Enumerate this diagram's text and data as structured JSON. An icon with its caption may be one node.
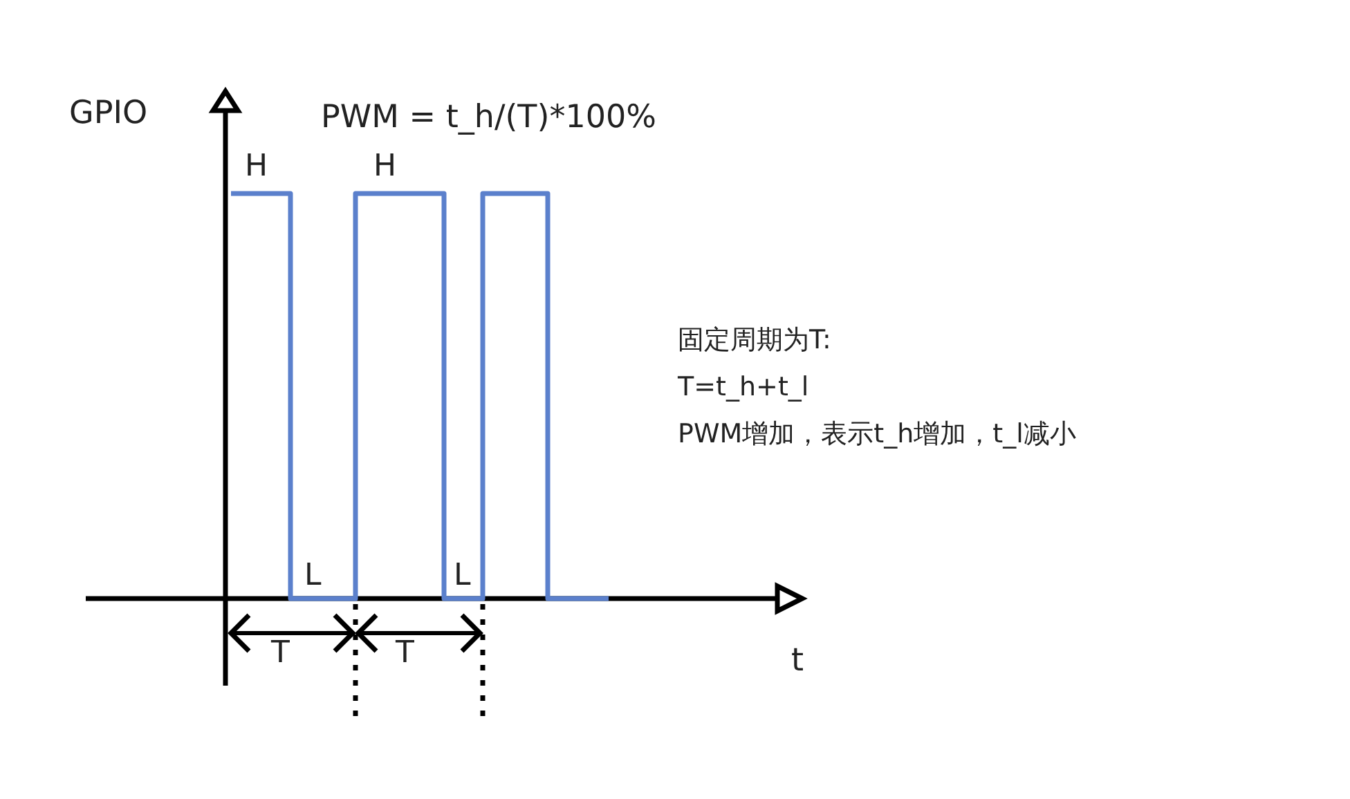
{
  "diagram": {
    "labels": [
      "GPIO",
      "PWM = t_h/(T)*100%",
      "H",
      "H",
      "固定周期为T:",
      "T=t_h+t_l",
      "PWM增加，表示t_h增加，t_l减小",
      "L",
      "L",
      "T",
      "T",
      "t"
    ]
  }
}
